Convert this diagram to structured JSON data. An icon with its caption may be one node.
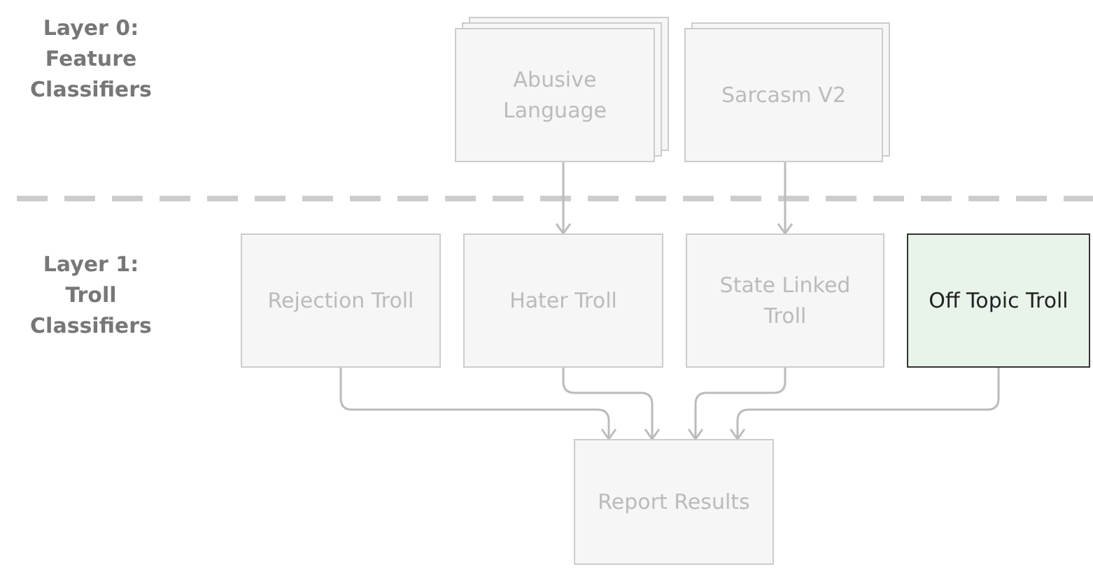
{
  "diagram": {
    "nodes": [
      {
        "text": [
          "Abusive Language"
        ]
      },
      {
        "text": [
          "Sarcasm V2"
        ]
      },
      {
        "text": [
          "Rejection Troll"
        ]
      },
      {
        "text": [
          "Hater Troll"
        ]
      },
      {
        "text": [
          "State Linked Troll"
        ]
      },
      {
        "text": [
          "Off Topic Troll"
        ]
      },
      {
        "text": [
          "Report Results"
        ]
      }
    ],
    "edges": [
      {
        "from": 0,
        "to": 3,
        "arrow": "to"
      },
      {
        "from": 1,
        "to": 4,
        "arrow": "to"
      },
      {
        "from": 2,
        "to": 6,
        "arrow": "to"
      },
      {
        "from": 3,
        "to": 6,
        "arrow": "to"
      },
      {
        "from": 4,
        "to": 6,
        "arrow": "to"
      },
      {
        "from": 5,
        "to": 6,
        "arrow": "to"
      }
    ],
    "labels": [
      "Layer 0: Feature Classifiers",
      "Layer 1: Troll Classifiers"
    ]
  }
}
